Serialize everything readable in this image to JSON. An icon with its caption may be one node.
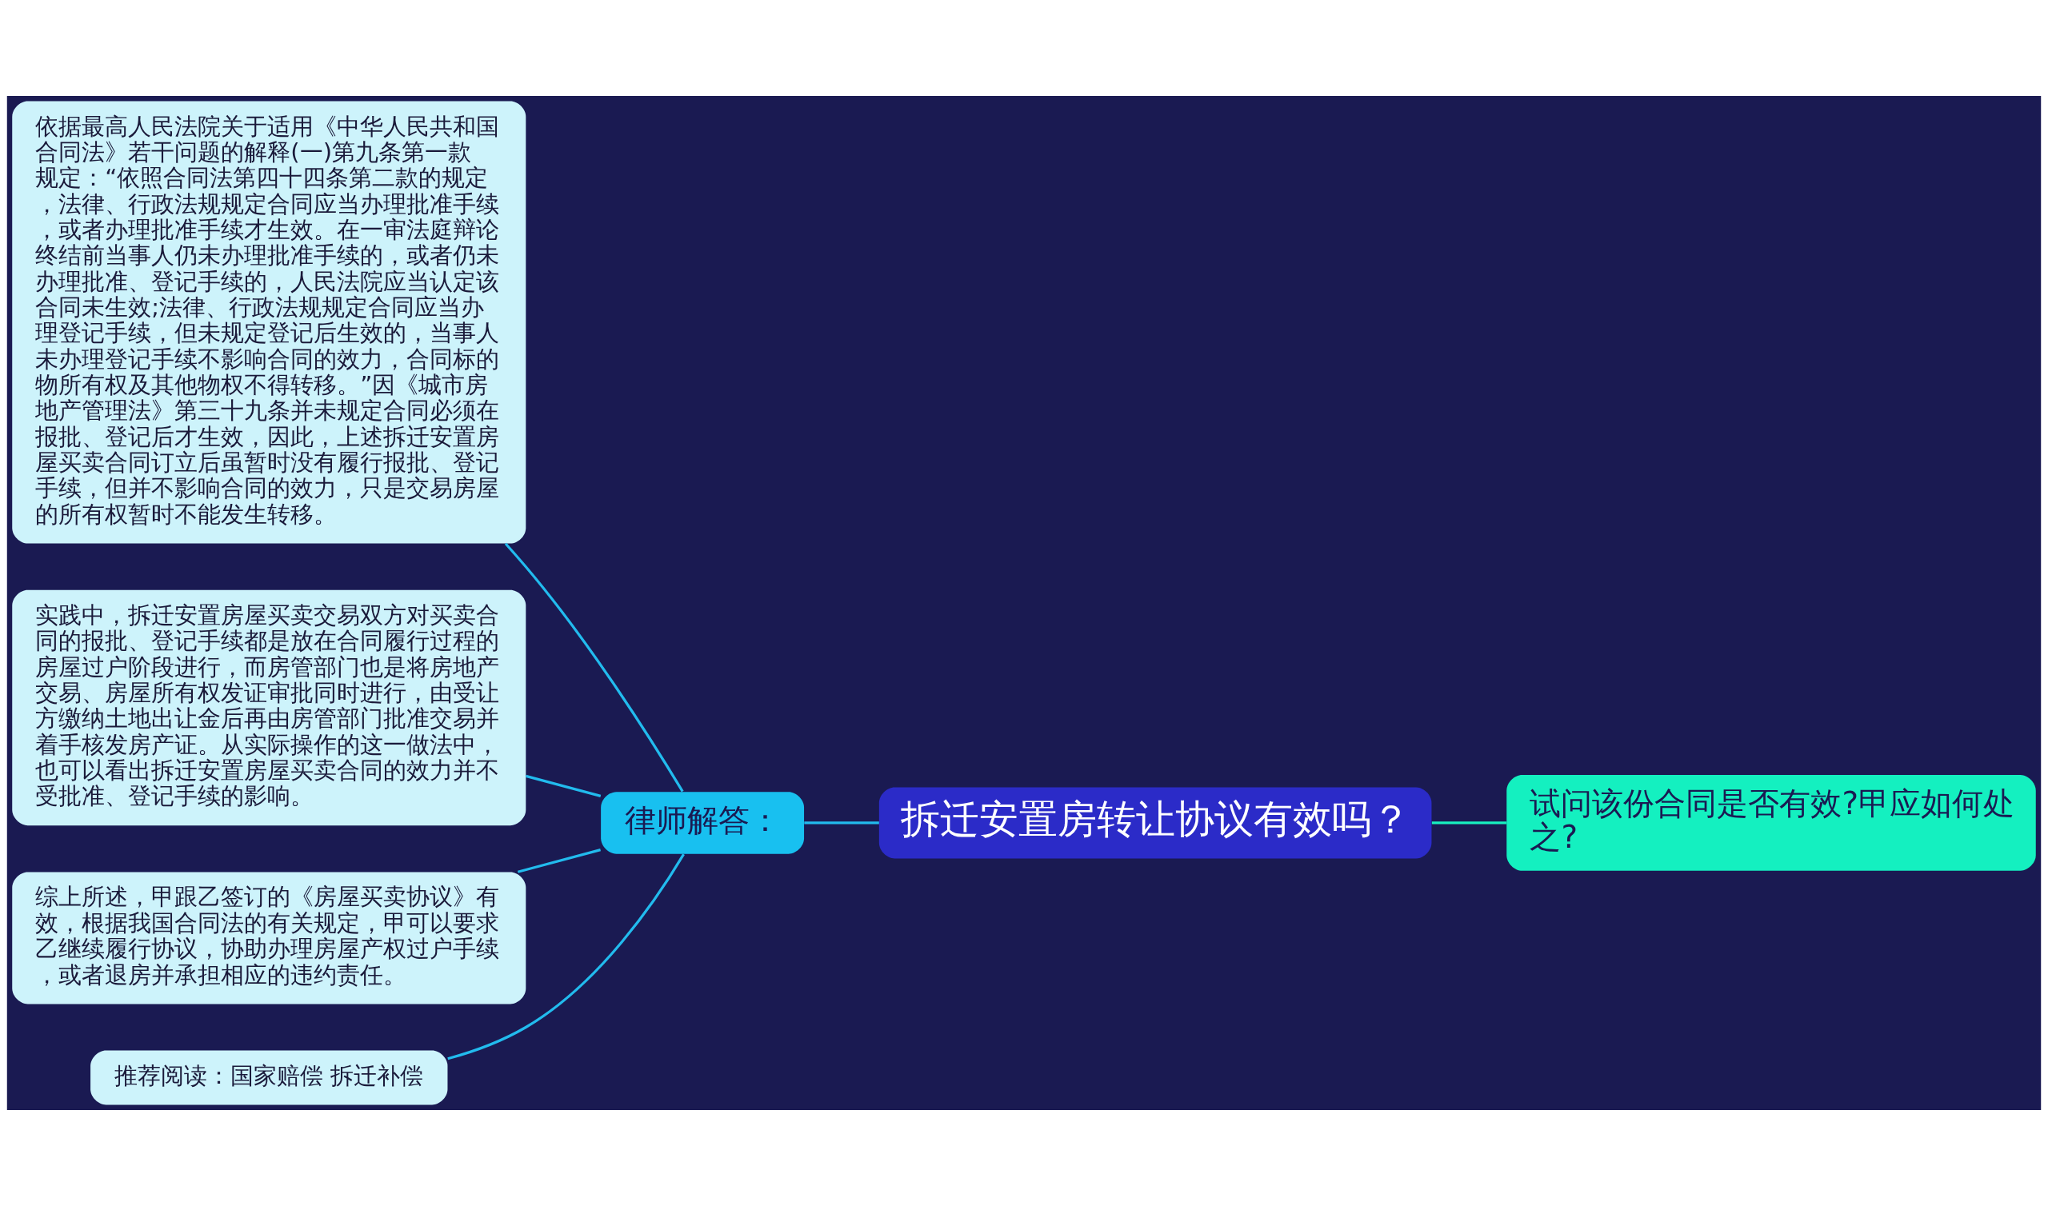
{
  "diagram": {
    "nodes": [
      {
        "text": [
          "拆迁安置房转让协议有效吗？"
        ]
      },
      {
        "text": [
          "试问该份合同是否有效?甲应如何处之?"
        ]
      },
      {
        "text": [
          "律师解答："
        ]
      },
      {
        "text": [
          "依据最高人民法院关于适用《中华人民共和国合同法》若干问题的解释(一)第九条第一款规定：“依照合同法第四十四条第二款的规定，法律、行政法规规定合同应当办理批准手续，或者办理批准手续才生效。在一审法庭辩论终结前当事人仍未办理批准手续的，或者仍未办理批准、登记手续的，人民法院应当认定该合同未生效;法律、行政法规规定合同应当办理登记手续，但未规定登记后生效的，当事人未办理登记手续不影响合同的效力，合同标的物所有权及其他物权不得转移。”因《城市房地产管理法》第三十九条并未规定合同必须在报批、登记后才生效，因此，上述拆迁安置房屋买卖合同订立后虽暂时没有履行报批、登记手续，但并不影响合同的效力，只是交易房屋的所有权暂时不能发生转移。"
        ]
      },
      {
        "text": [
          "实践中，拆迁安置房屋买卖交易双方对买卖合同的报批、登记手续都是放在合同履行过程的房屋过户阶段进行，而房管部门也是将房地产交易、房屋所有权发证审批同时进行，由受让方缴纳土地出让金后再由房管部门批准交易并着手核发房产证。从实际操作的这一做法中，也可以看出拆迁安置房屋买卖合同的效力并不受批准、登记手续的影响。"
        ]
      },
      {
        "text": [
          "综上所述，甲跟乙签订的《房屋买卖协议》有效，根据我国合同法的有关规定，甲可以要求乙继续履行协议，协助办理房屋产权过户手续，或者退房并承担相应的违约责任。"
        ]
      },
      {
        "text": [
          "推荐阅读：国家赔偿 拆迁补偿"
        ]
      }
    ],
    "edges": [
      {
        "from": 0,
        "to": 1,
        "arrow": "none",
        "color": "#18f0c0"
      },
      {
        "from": 0,
        "to": 2,
        "arrow": "none"
      },
      {
        "from": 2,
        "to": 3,
        "arrow": "none"
      },
      {
        "from": 2,
        "to": 4,
        "arrow": "none"
      },
      {
        "from": 2,
        "to": 5,
        "arrow": "none"
      },
      {
        "from": 2,
        "to": 6,
        "arrow": "none"
      }
    ]
  }
}
